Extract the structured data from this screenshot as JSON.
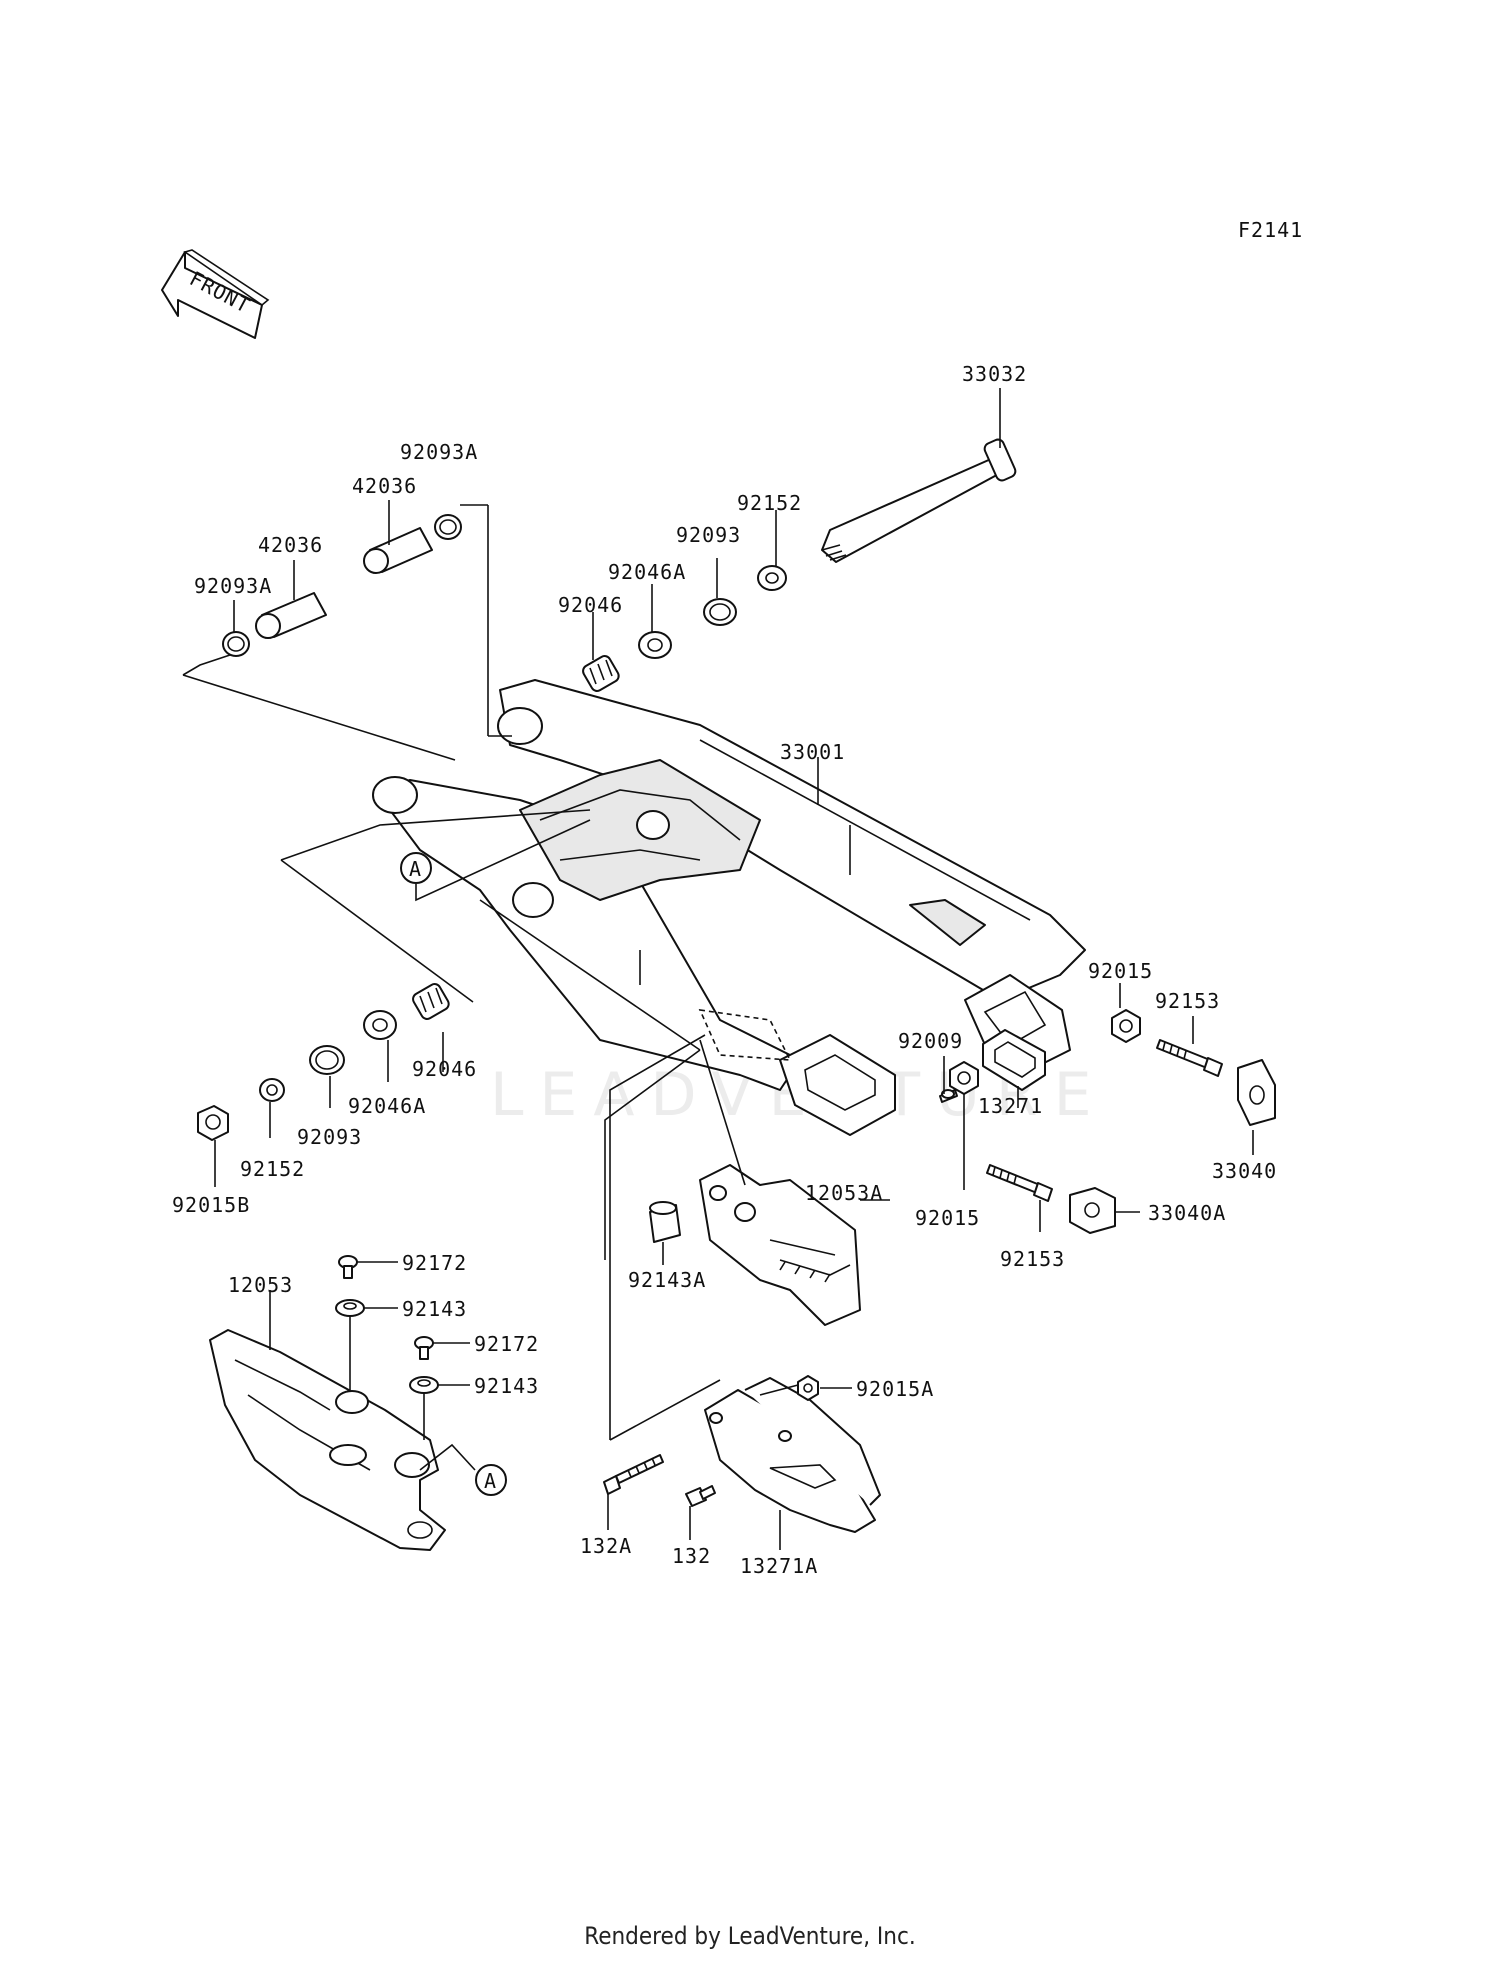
{
  "figure_code": "F2141",
  "front_arrow_label": "FRONT",
  "watermark": "LEADVENTURE",
  "footer": "Rendered by LeadVenture, Inc.",
  "callout_ref": "A",
  "parts": {
    "p33032": "33032",
    "p92093A_top": "92093A",
    "p42036_top": "42036",
    "p42036_left": "42036",
    "p92093A_left": "92093A",
    "p92152_top": "92152",
    "p92093_top": "92093",
    "p92046A_top": "92046A",
    "p92046_top": "92046",
    "p33001": "33001",
    "p92015_right": "92015",
    "p92153_right": "92153",
    "p92009": "92009",
    "p13271": "13271",
    "p33040": "33040",
    "p92046_bot": "92046",
    "p92046A_bot": "92046A",
    "p92093_bot": "92093",
    "p92152_bot": "92152",
    "p92015B": "92015B",
    "p92015_mid": "92015",
    "p92153_mid": "92153",
    "p33040A": "33040A",
    "p12053A": "12053A",
    "p92143A": "92143A",
    "p92172_a": "92172",
    "p12053": "12053",
    "p92143_a": "92143",
    "p92172_b": "92172",
    "p92143_b": "92143",
    "p92015A": "92015A",
    "p132A": "132A",
    "p132": "132",
    "p13271A": "13271A"
  }
}
